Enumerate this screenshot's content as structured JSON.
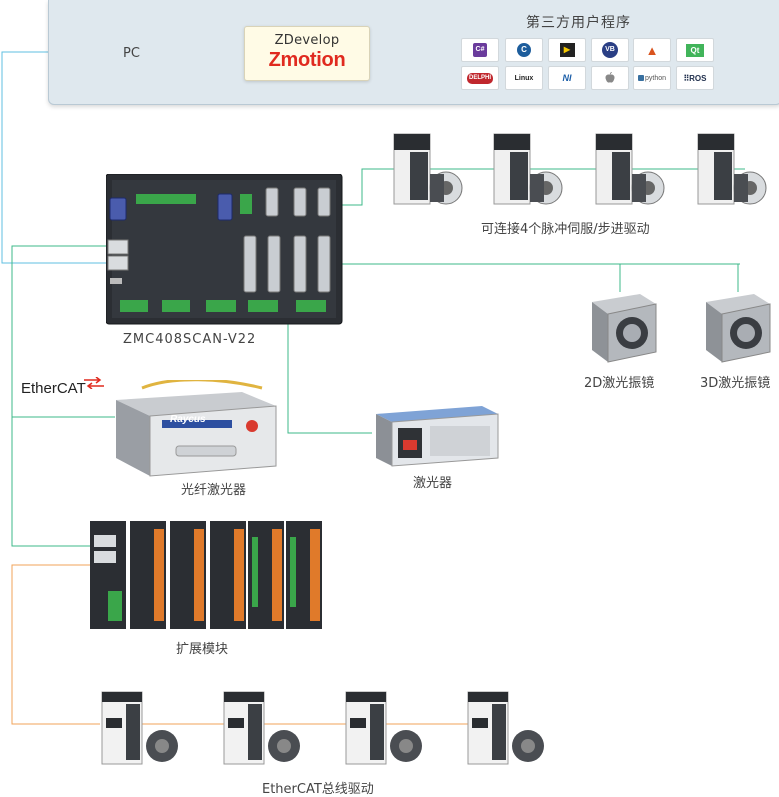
{
  "pc": {
    "label": "PC"
  },
  "software": {
    "name": "ZDevelop",
    "brand": "Zmotion"
  },
  "third_party": {
    "title": "第三方用户程序",
    "logos_row1": [
      {
        "icon": "csharp-icon",
        "text": "C#",
        "color": "#6a3b9c"
      },
      {
        "icon": "cplusplus-icon",
        "text": "C",
        "color": "#1d5d9c"
      },
      {
        "icon": "labview-icon",
        "text": "▶",
        "color": "#c8a200"
      },
      {
        "icon": "vb-icon",
        "text": "VB",
        "color": "#2a3f85"
      },
      {
        "icon": "matlab-icon",
        "text": "▲",
        "color": "#d9541e"
      },
      {
        "icon": "qt-icon",
        "text": "Qt",
        "color": "#41b45a"
      }
    ],
    "logos_row2": [
      {
        "icon": "delphi-icon",
        "text": "DELPHI",
        "color": "#c0272d"
      },
      {
        "icon": "linux-icon",
        "text": "Linux",
        "color": "#222222"
      },
      {
        "icon": "ni-icon",
        "text": "NI",
        "color": "#1b5ea8"
      },
      {
        "icon": "apple-icon",
        "text": "",
        "color": "#888888"
      },
      {
        "icon": "python-icon",
        "text": "python",
        "color": "#3870a0"
      },
      {
        "icon": "ros-icon",
        "text": "ROS",
        "color": "#22314e"
      }
    ]
  },
  "controller": {
    "model": "ZMC408SCAN-V22"
  },
  "servo_group": {
    "caption": "可连接4个脉冲伺服/步进驱动"
  },
  "galvos": [
    {
      "caption": "2D激光振镜"
    },
    {
      "caption": "3D激光振镜"
    }
  ],
  "ethercat_logo": {
    "text": "EtherCAT"
  },
  "fiber_laser": {
    "caption": "光纤激光器",
    "brand": "Raycus"
  },
  "laser": {
    "caption": "激光器"
  },
  "expansion": {
    "caption": "扩展模块"
  },
  "ethercat_drives": {
    "caption": "EtherCAT总线驱动"
  },
  "colors": {
    "blue_line": "#5fbfe0",
    "green_line": "#3cb98a",
    "orange_line": "#f0a35a",
    "brand_red": "#e02a1f"
  }
}
